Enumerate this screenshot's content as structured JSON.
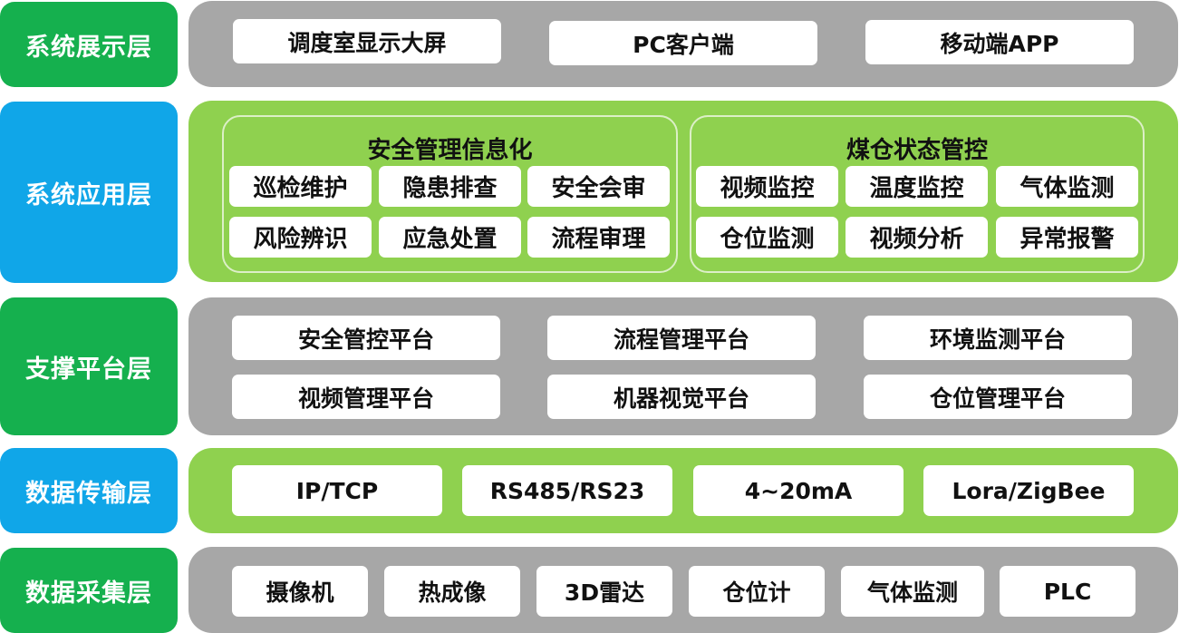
{
  "layers": {
    "display": {
      "label": "系统展示层",
      "items": [
        "调度室显示大屏",
        "PC客户端",
        "移动端APP"
      ]
    },
    "application": {
      "label": "系统应用层",
      "groups": [
        {
          "title": "安全管理信息化",
          "items": [
            "巡检维护",
            "隐患排查",
            "安全会审",
            "风险辨识",
            "应急处置",
            "流程审理"
          ]
        },
        {
          "title": "煤仓状态管控",
          "items": [
            "视频监控",
            "温度监控",
            "气体监测",
            "仓位监测",
            "视频分析",
            "异常报警"
          ]
        }
      ]
    },
    "platform": {
      "label": "支撑平台层",
      "items": [
        "安全管控平台",
        "流程管理平台",
        "环境监测平台",
        "视频管理平台",
        "机器视觉平台",
        "仓位管理平台"
      ]
    },
    "transport": {
      "label": "数据传输层",
      "items": [
        "IP/TCP",
        "RS485/RS23",
        "4~20mA",
        "Lora/ZigBee"
      ]
    },
    "acquisition": {
      "label": "数据采集层",
      "items": [
        "摄像机",
        "热成像",
        "3D雷达",
        "仓位计",
        "气体监测",
        "PLC"
      ]
    }
  },
  "colors": {
    "label_green": "#15b04e",
    "label_blue": "#10a6e8",
    "band_gray": "#a7a7a7",
    "band_green": "#8fd14f"
  }
}
